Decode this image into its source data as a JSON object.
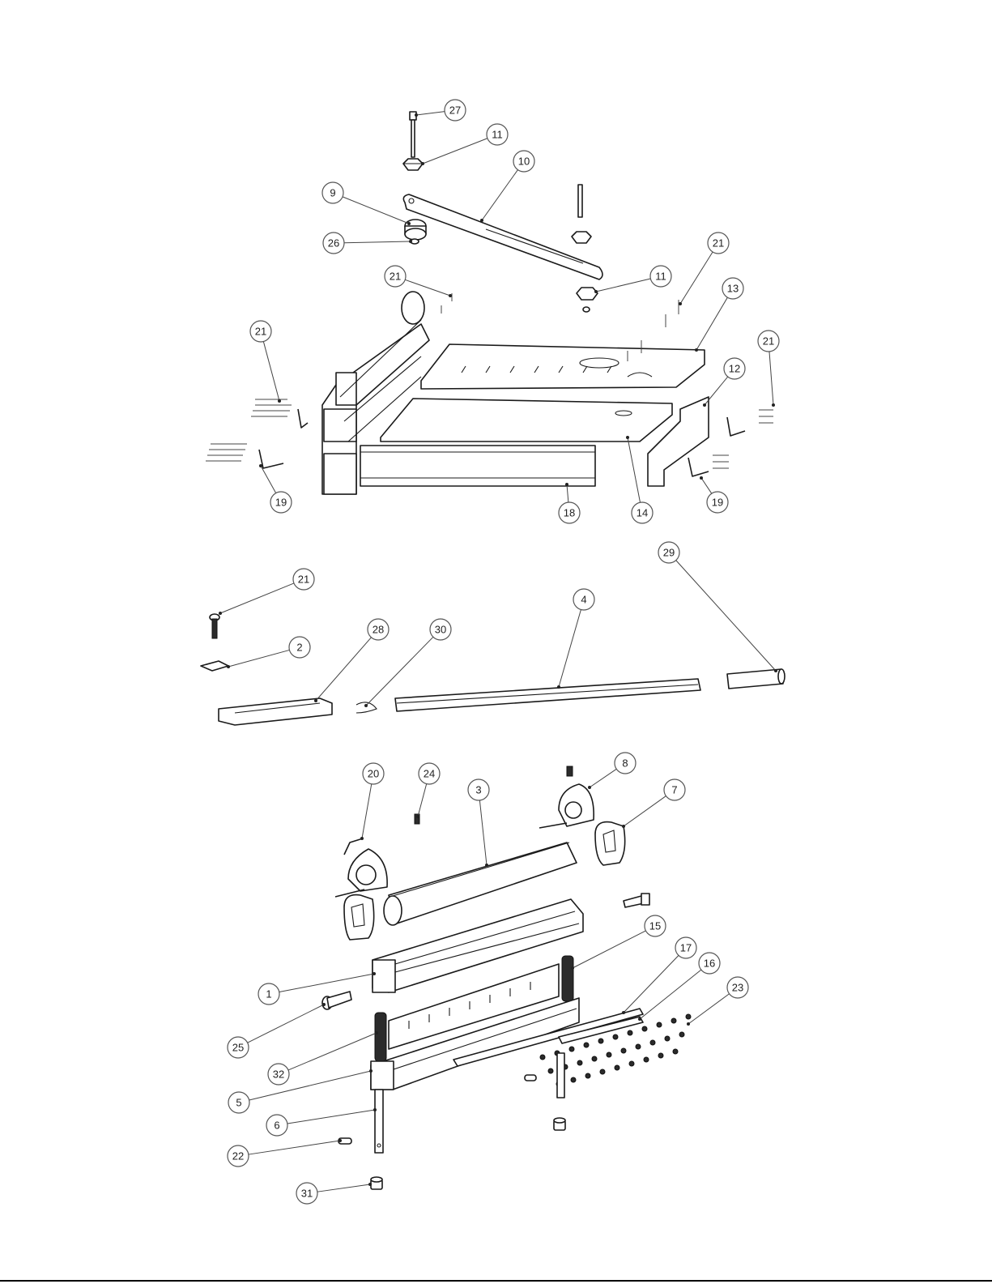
{
  "callouts": [
    {
      "id": "c27",
      "label": "27"
    },
    {
      "id": "c11a",
      "label": "11"
    },
    {
      "id": "c10",
      "label": "10"
    },
    {
      "id": "c9",
      "label": "9"
    },
    {
      "id": "c26",
      "label": "26"
    },
    {
      "id": "c21a",
      "label": "21"
    },
    {
      "id": "c11b",
      "label": "11"
    },
    {
      "id": "c21b",
      "label": "21"
    },
    {
      "id": "c13",
      "label": "13"
    },
    {
      "id": "c21c",
      "label": "21"
    },
    {
      "id": "c21d",
      "label": "21"
    },
    {
      "id": "c12",
      "label": "12"
    },
    {
      "id": "c19a",
      "label": "19"
    },
    {
      "id": "c18",
      "label": "18"
    },
    {
      "id": "c14",
      "label": "14"
    },
    {
      "id": "c19b",
      "label": "19"
    },
    {
      "id": "c29",
      "label": "29"
    },
    {
      "id": "c21e",
      "label": "21"
    },
    {
      "id": "c4",
      "label": "4"
    },
    {
      "id": "c28",
      "label": "28"
    },
    {
      "id": "c30",
      "label": "30"
    },
    {
      "id": "c2",
      "label": "2"
    },
    {
      "id": "c8",
      "label": "8"
    },
    {
      "id": "c20",
      "label": "20"
    },
    {
      "id": "c24",
      "label": "24"
    },
    {
      "id": "c3",
      "label": "3"
    },
    {
      "id": "c7",
      "label": "7"
    },
    {
      "id": "c15",
      "label": "15"
    },
    {
      "id": "c17",
      "label": "17"
    },
    {
      "id": "c16",
      "label": "16"
    },
    {
      "id": "c23",
      "label": "23"
    },
    {
      "id": "c1",
      "label": "1"
    },
    {
      "id": "c25",
      "label": "25"
    },
    {
      "id": "c32",
      "label": "32"
    },
    {
      "id": "c5",
      "label": "5"
    },
    {
      "id": "c6",
      "label": "6"
    },
    {
      "id": "c22",
      "label": "22"
    },
    {
      "id": "c31",
      "label": "31"
    }
  ]
}
